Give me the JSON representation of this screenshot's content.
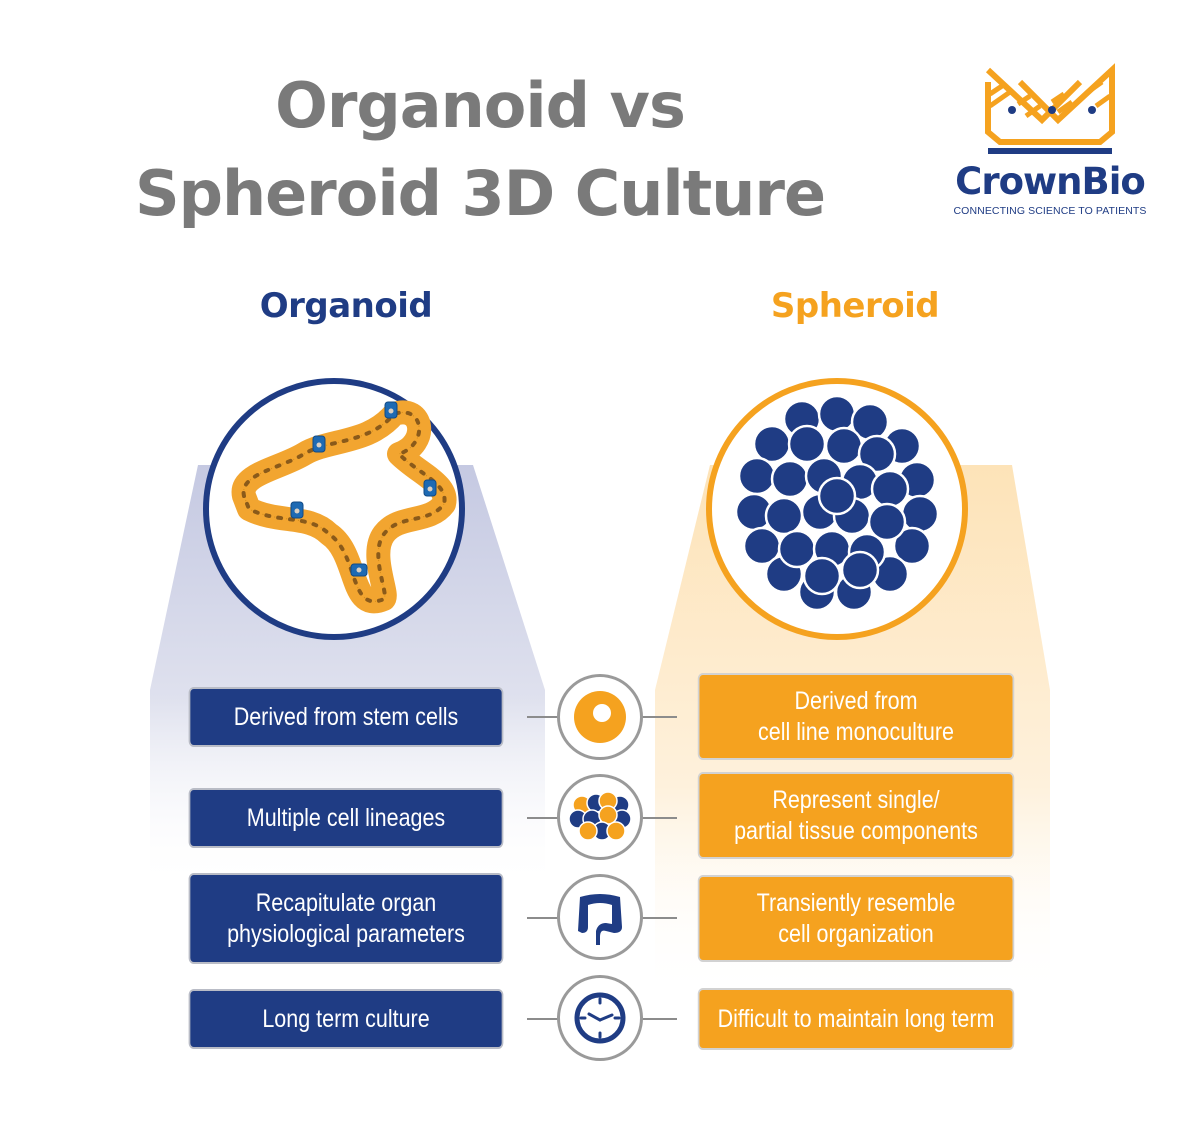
{
  "title": {
    "line1": "Organoid vs",
    "line2": "Spheroid 3D Culture"
  },
  "logo": {
    "name": "CrownBio",
    "tagline": "CONNECTING SCIENCE TO PATIENTS",
    "icon": "crown-dna-icon"
  },
  "colors": {
    "navy": "#1f3c84",
    "orange": "#f5a21f",
    "title_gray": "#7a7a7a",
    "organoid_backdrop": "#cfd2e6",
    "spheroid_backdrop": "#fde9c8",
    "ring_gray": "#9a9a9a"
  },
  "columns": {
    "organoid": {
      "heading": "Organoid",
      "illustration": "organoid-epithelial-ring-icon",
      "features": [
        "Derived from stem cells",
        "Multiple cell lineages",
        "Recapitulate organ\nphysiological parameters",
        "Long term culture"
      ]
    },
    "spheroid": {
      "heading": "Spheroid",
      "illustration": "spheroid-cell-cluster-icon",
      "features": [
        "Derived from\ncell line monoculture",
        "Represent single/\npartial tissue components",
        "Transiently resemble\ncell organization",
        "Difficult to maintain long term"
      ]
    }
  },
  "center_icons": [
    {
      "name": "single-cell-icon",
      "topic": "origin"
    },
    {
      "name": "mixed-cells-icon",
      "topic": "lineages"
    },
    {
      "name": "intestine-icon",
      "topic": "physiology"
    },
    {
      "name": "clock-icon",
      "topic": "culture duration"
    }
  ]
}
